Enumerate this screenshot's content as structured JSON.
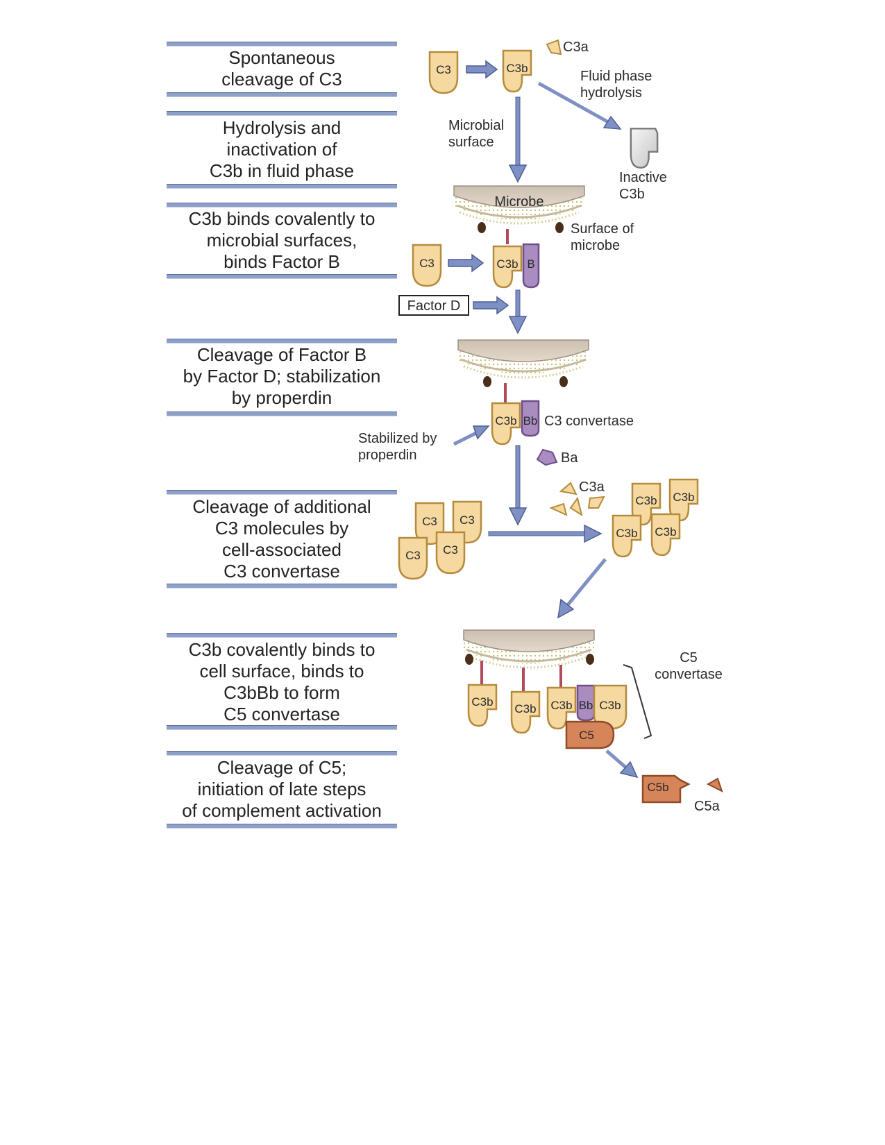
{
  "steps": [
    {
      "text": "Spontaneous\ncleavage of C3"
    },
    {
      "text": "Hydrolysis and\ninactivation of\nC3b in fluid phase"
    },
    {
      "text": "C3b binds covalently to\nmicrobial surfaces,\nbinds Factor B"
    },
    {
      "text": "Cleavage of Factor B\nby Factor D; stabilization\nby properdin"
    },
    {
      "text": "Cleavage of additional\nC3 molecules by\ncell-associated\nC3 convertase"
    },
    {
      "text": "C3b covalently binds to\ncell surface, binds to\nC3bBb to form\nC5 convertase"
    },
    {
      "text": "Cleavage of C5;\ninitiation of late steps\nof complement activation"
    }
  ],
  "proteins": {
    "c3": "C3",
    "c3b": "C3b",
    "b": "B",
    "bb": "Bb",
    "c5": "C5",
    "c5b": "C5b"
  },
  "labels": {
    "c3a": "C3a",
    "fluid_phase_1": "Fluid phase",
    "fluid_phase_2": "hydrolysis",
    "microbial_1": "Microbial",
    "microbial_2": "surface",
    "inactive_1": "Inactive",
    "inactive_2": "C3b",
    "microbe": "Microbe",
    "surface_1": "Surface of",
    "surface_2": "microbe",
    "factor_d": "Factor D",
    "c3_convertase": "C3 convertase",
    "stabilized_1": "Stabilized by",
    "stabilized_2": "properdin",
    "ba": "Ba",
    "c5_conv_1": "C5",
    "c5_conv_2": "convertase",
    "c5a": "C5a"
  },
  "colors": {
    "c3_fill": "#f6d9a0",
    "c3_stroke": "#b58a3c",
    "b_fill": "#a98cc0",
    "b_stroke": "#6e4f8a",
    "c5_fill": "#d6845a",
    "c5_stroke": "#8f4a26",
    "arrow": "#7e90c4",
    "arrow_stroke": "#4d5f94",
    "membrane": "#d6cbbd",
    "inactive": "#e4e4e4"
  }
}
